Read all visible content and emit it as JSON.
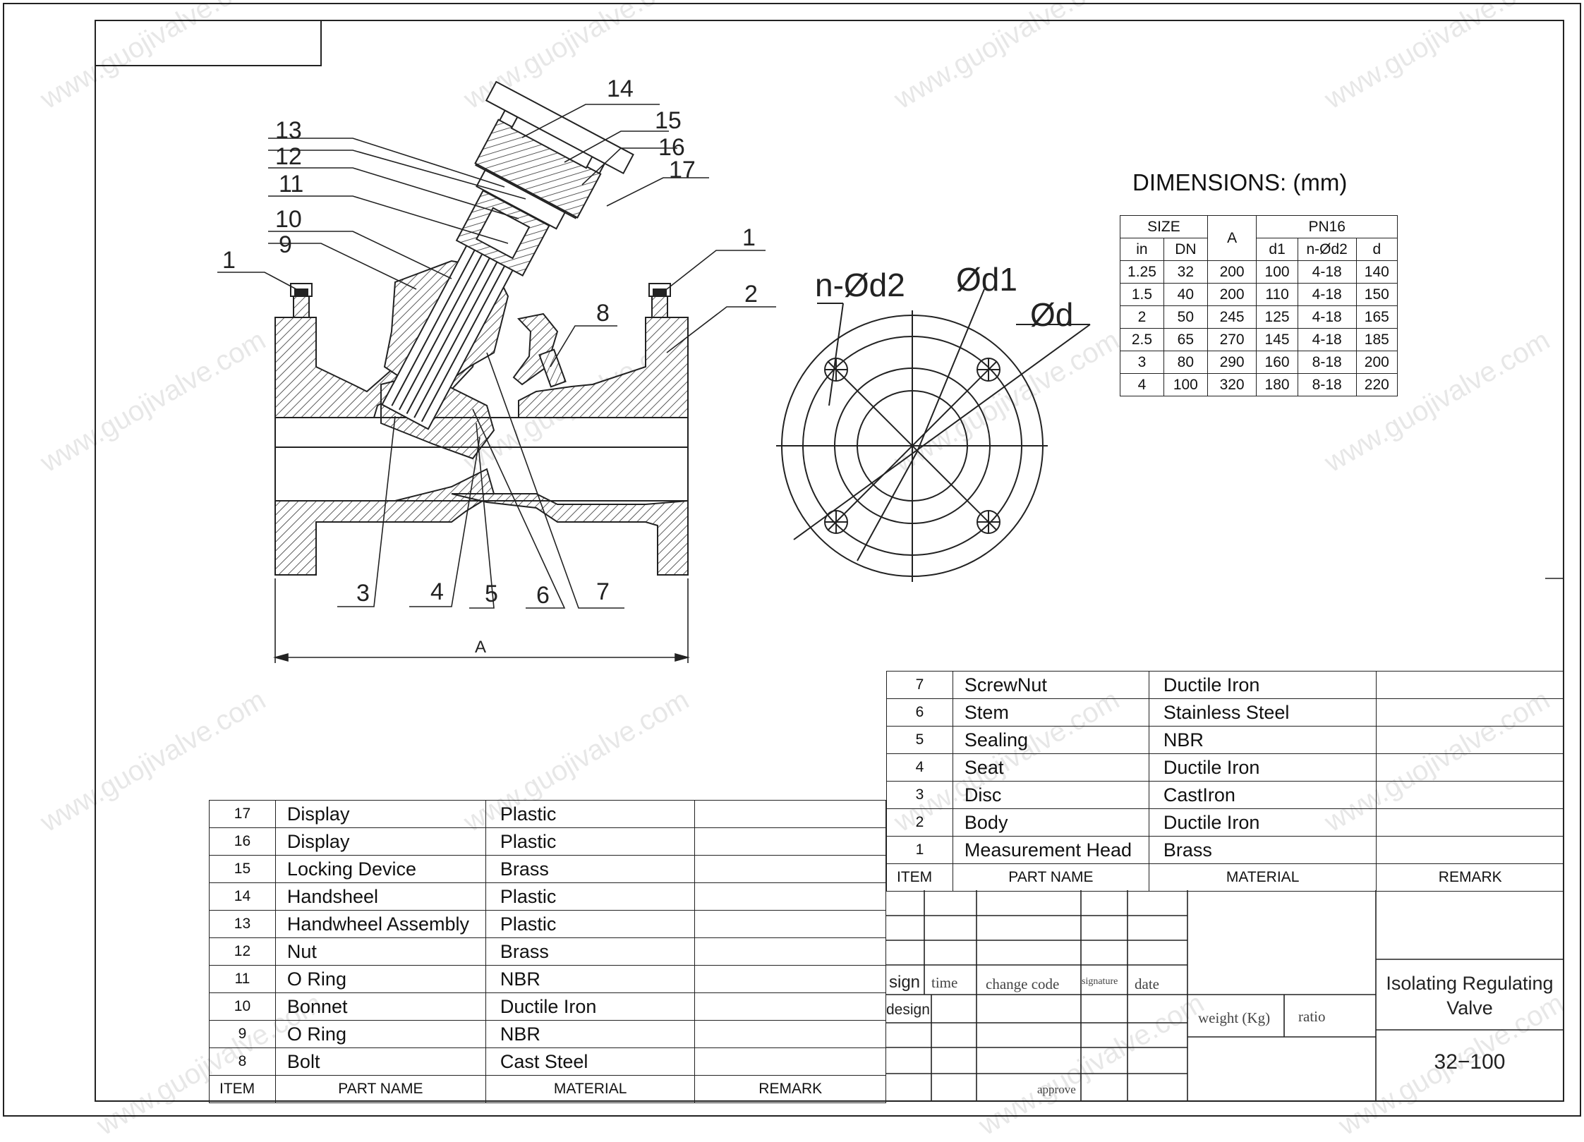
{
  "dimensions_title": "DIMENSIONS: (mm)",
  "dim_table": {
    "size": "SIZE",
    "a": "A",
    "pn": "PN16",
    "in": "in",
    "dn": "DN",
    "d1": "d1",
    "nd2": "n-Ød2",
    "d": "d",
    "rows": [
      {
        "in": "1.25",
        "dn": "32",
        "a": "200",
        "d1": "100",
        "nd2": "4-18",
        "d": "140"
      },
      {
        "in": "1.5",
        "dn": "40",
        "a": "200",
        "d1": "110",
        "nd2": "4-18",
        "d": "150"
      },
      {
        "in": "2",
        "dn": "50",
        "a": "245",
        "d1": "125",
        "nd2": "4-18",
        "d": "165"
      },
      {
        "in": "2.5",
        "dn": "65",
        "a": "270",
        "d1": "145",
        "nd2": "4-18",
        "d": "185"
      },
      {
        "in": "3",
        "dn": "80",
        "a": "290",
        "d1": "160",
        "nd2": "8-18",
        "d": "200"
      },
      {
        "in": "4",
        "dn": "100",
        "a": "320",
        "d1": "180",
        "nd2": "8-18",
        "d": "220"
      }
    ]
  },
  "flange_labels": {
    "nd2": "n-Ød2",
    "d1": "Ød1",
    "d": "Ød"
  },
  "valve_labels": {
    "l1": "1",
    "l2": "2",
    "l3": "3",
    "l4": "4",
    "l5": "5",
    "l6": "6",
    "l7": "7",
    "l8": "8",
    "l9": "9",
    "l10": "10",
    "l11": "11",
    "l12": "12",
    "l13": "13",
    "l14": "14",
    "l15": "15",
    "l16": "16",
    "l17": "17",
    "a": "A"
  },
  "parts_left": [
    {
      "item": "17",
      "name": "Display",
      "material": "Plastic"
    },
    {
      "item": "16",
      "name": "Display",
      "material": "Plastic"
    },
    {
      "item": "15",
      "name": "Locking Device",
      "material": "Brass"
    },
    {
      "item": "14",
      "name": "Handsheel",
      "material": "Plastic"
    },
    {
      "item": "13",
      "name": "Handwheel Assembly",
      "material": "Plastic"
    },
    {
      "item": "12",
      "name": "Nut",
      "material": "Brass"
    },
    {
      "item": "11",
      "name": "O Ring",
      "material": "NBR"
    },
    {
      "item": "10",
      "name": "Bonnet",
      "material": "Ductile Iron"
    },
    {
      "item": "9",
      "name": "O Ring",
      "material": "NBR"
    },
    {
      "item": "8",
      "name": "Bolt",
      "material": "Cast Steel"
    }
  ],
  "parts_right": [
    {
      "item": "7",
      "name": "ScrewNut",
      "material": "Ductile Iron"
    },
    {
      "item": "6",
      "name": "Stem",
      "material": "Stainless Steel"
    },
    {
      "item": "5",
      "name": "Sealing",
      "material": "NBR"
    },
    {
      "item": "4",
      "name": "Seat",
      "material": "Ductile Iron"
    },
    {
      "item": "3",
      "name": "Disc",
      "material": "CastIron"
    },
    {
      "item": "2",
      "name": "Body",
      "material": "Ductile Iron"
    },
    {
      "item": "1",
      "name": "Measurement Head",
      "material": "Brass"
    }
  ],
  "parts_header": {
    "item": "ITEM",
    "name": "PART NAME",
    "material": "MATERIAL",
    "remark": "REMARK"
  },
  "title_block": {
    "sign": "sign",
    "time": "time",
    "change_code": "change code",
    "signature": "signature",
    "date": "date",
    "design": "design",
    "approve": "approve",
    "weight": "weight (Kg)",
    "ratio": "ratio",
    "title_line1": "Isolating Regulating",
    "title_line2": "Valve",
    "code": "32−100"
  },
  "watermark": "www.guojivalve.com"
}
